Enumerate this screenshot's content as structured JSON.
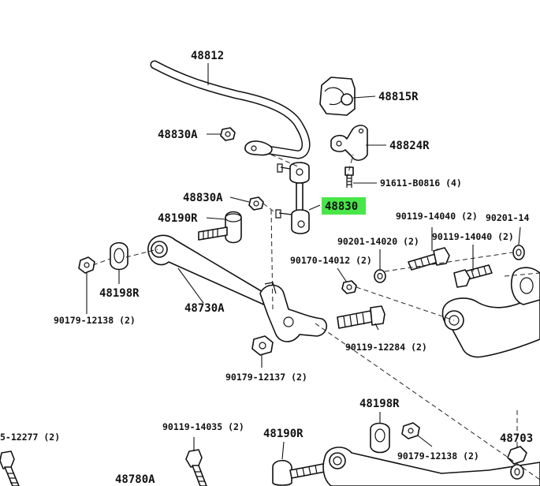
{
  "labels": {
    "p48812": "48812",
    "p48815R": "48815R",
    "p48830A_top": "48830A",
    "p48824R": "48824R",
    "p91611": "91611-B0816 (4)",
    "p48830A_mid": "48830A",
    "p48830": "48830",
    "p48190R_top": "48190R",
    "p90119_14040_top": "90119-14040 (2)",
    "p90201_14_right": "90201-14",
    "p90201_14020": "90201-14020 (2)",
    "p90119_14040_mid": "90119-14040 (2)",
    "p90170": "90170-14012 (2)",
    "p48198R_top": "48198R",
    "p90179_12138_left": "90179-12138 (2)",
    "p48730A": "48730A",
    "p90119_12284": "90119-12284 (2)",
    "p90179_12137": "90179-12137 (2)",
    "p12277": "5-12277 (2)",
    "p90119_14035": "90119-14035 (2)",
    "p48190R_bot": "48190R",
    "p48198R_bot": "48198R",
    "p48703": "48703",
    "p90179_12138_bot": "90179-12138 (2)",
    "p48780A": "48780A"
  },
  "colors": {
    "highlight": "#49e649",
    "ink": "#111111"
  }
}
